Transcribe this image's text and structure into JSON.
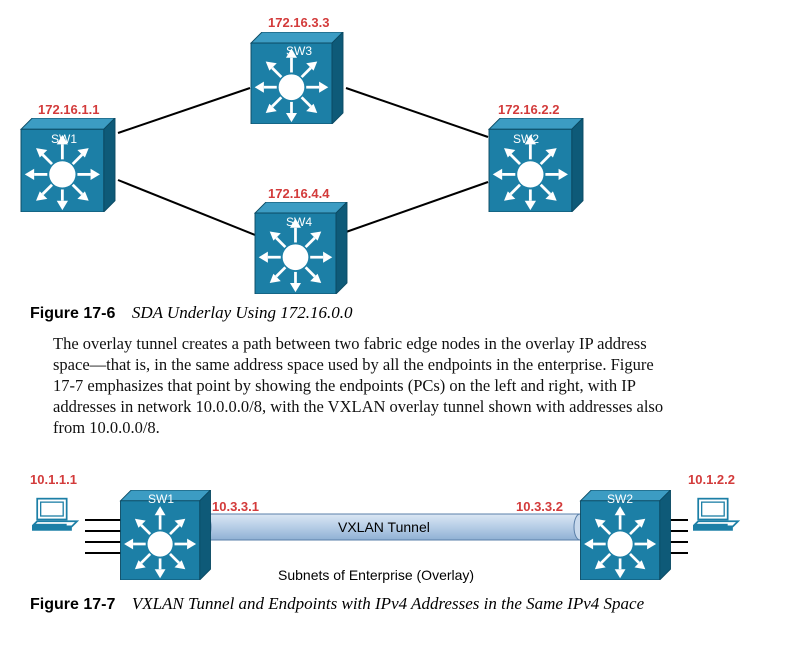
{
  "figure6": {
    "switches": [
      {
        "name": "SW3",
        "ip": "172.16.3.3"
      },
      {
        "name": "SW1",
        "ip": "172.16.1.1"
      },
      {
        "name": "SW2",
        "ip": "172.16.2.2"
      },
      {
        "name": "SW4",
        "ip": "172.16.4.4"
      }
    ],
    "caption_number": "Figure 17-6",
    "caption_text": "SDA Underlay Using 172.16.0.0"
  },
  "paragraph": {
    "lines": [
      "The overlay tunnel creates a path between two fabric edge nodes in the overlay IP address",
      "space—that is, in the same address space used by all the endpoints in the enterprise. Figure",
      "17-7 emphasizes that point by showing the endpoints (PCs) on the left and right, with IP",
      "addresses in network 10.0.0.0/8, with the VXLAN overlay tunnel shown with addresses also",
      "from 10.0.0.0/8."
    ]
  },
  "figure7": {
    "left_pc_ip": "10.1.1.1",
    "right_pc_ip": "10.1.2.2",
    "left_switch": "SW1",
    "right_switch": "SW2",
    "tunnel_left_ip": "10.3.3.1",
    "tunnel_right_ip": "10.3.3.2",
    "tunnel_label": "VXLAN Tunnel",
    "subnet_label": "Subnets of Enterprise (Overlay)",
    "caption_number": "Figure 17-7",
    "caption_text": "VXLAN Tunnel and Endpoints with IPv4 Addresses in the Same IPv4 Space"
  },
  "colors": {
    "switch_front": "#1c7fa6",
    "switch_top": "#3c9cc3",
    "switch_side": "#0e5a78",
    "ip_label": "#d33b3b",
    "tunnel_fill": "#b6cde6"
  }
}
